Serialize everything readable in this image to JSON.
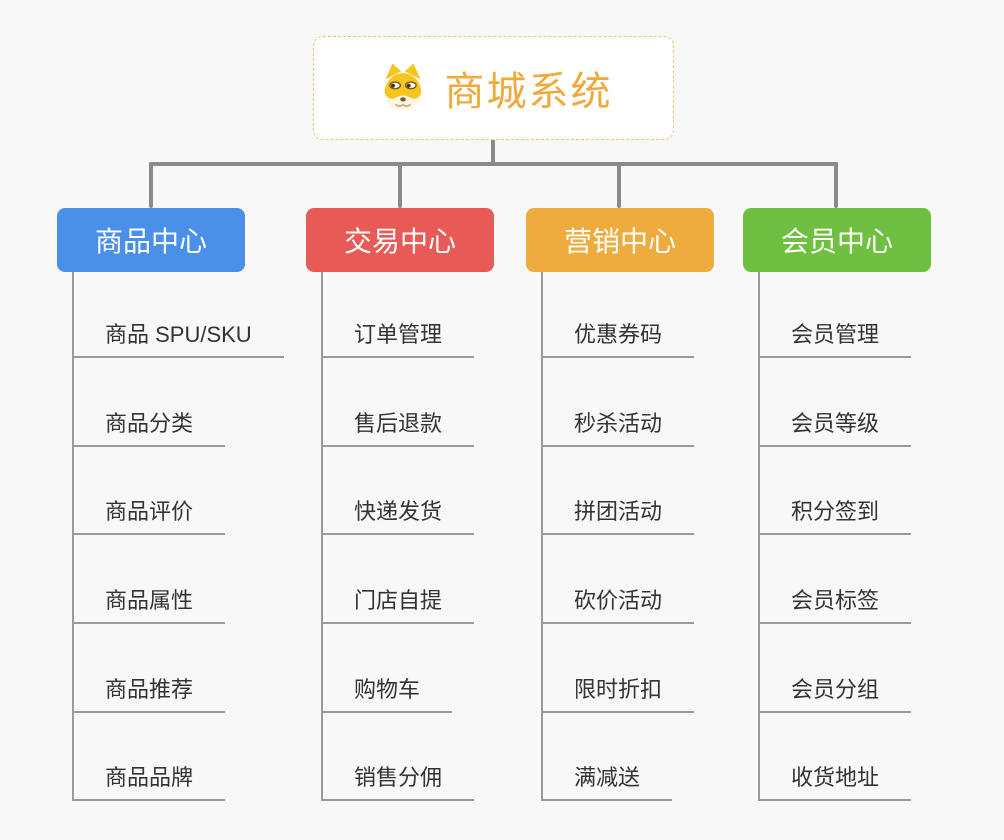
{
  "canvas": {
    "background": "#f8f8f8",
    "connector_color": "#8a8a8a",
    "branch_line_color": "#9a9a9a"
  },
  "root": {
    "title": "商城系统",
    "icon": "shiba-dog-icon",
    "text_color": "#efa93c",
    "border_color": "#f1c171",
    "background": "#ffffff"
  },
  "branches": [
    {
      "label": "商品中心",
      "color": "#4a90e8",
      "children": [
        "商品 SPU/SKU",
        "商品分类",
        "商品评价",
        "商品属性",
        "商品推荐",
        "商品品牌"
      ]
    },
    {
      "label": "交易中心",
      "color": "#e85a55",
      "children": [
        "订单管理",
        "售后退款",
        "快递发货",
        "门店自提",
        "购物车",
        "销售分佣"
      ]
    },
    {
      "label": "营销中心",
      "color": "#efac3e",
      "children": [
        "优惠券码",
        "秒杀活动",
        "拼团活动",
        "砍价活动",
        "限时折扣",
        "满减送"
      ]
    },
    {
      "label": "会员中心",
      "color": "#6fc040",
      "children": [
        "会员管理",
        "会员等级",
        "积分签到",
        "会员标签",
        "会员分组",
        "收货地址"
      ]
    }
  ]
}
